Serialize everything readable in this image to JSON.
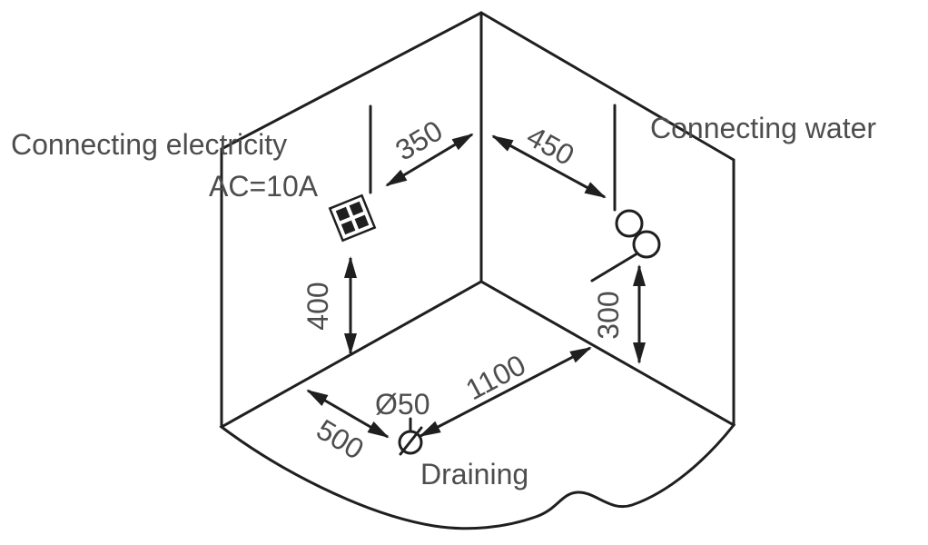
{
  "diagram": {
    "labels": {
      "electricity_line1": "Connecting electricity",
      "electricity_line2": "AC=10A",
      "water": "Connecting water",
      "drain_diameter": "Ø50",
      "draining": "Draining"
    },
    "dimensions": {
      "outlet_to_corner": "350",
      "corner_to_faucet": "450",
      "outlet_height": "400",
      "faucet_height": "300",
      "drain_from_left_wall": "500",
      "drain_from_right_wall": "1100"
    },
    "icons": {
      "outlet": "electrical-outlet-icon",
      "water": "water-connection-icon",
      "drain": "drain-icon"
    },
    "colors": {
      "line": "#1f1f1f",
      "text": "#4d4d4d",
      "floor_fill": "#b3b3b3",
      "wall_fill": "#ffffff",
      "background": "#ffffff"
    }
  }
}
